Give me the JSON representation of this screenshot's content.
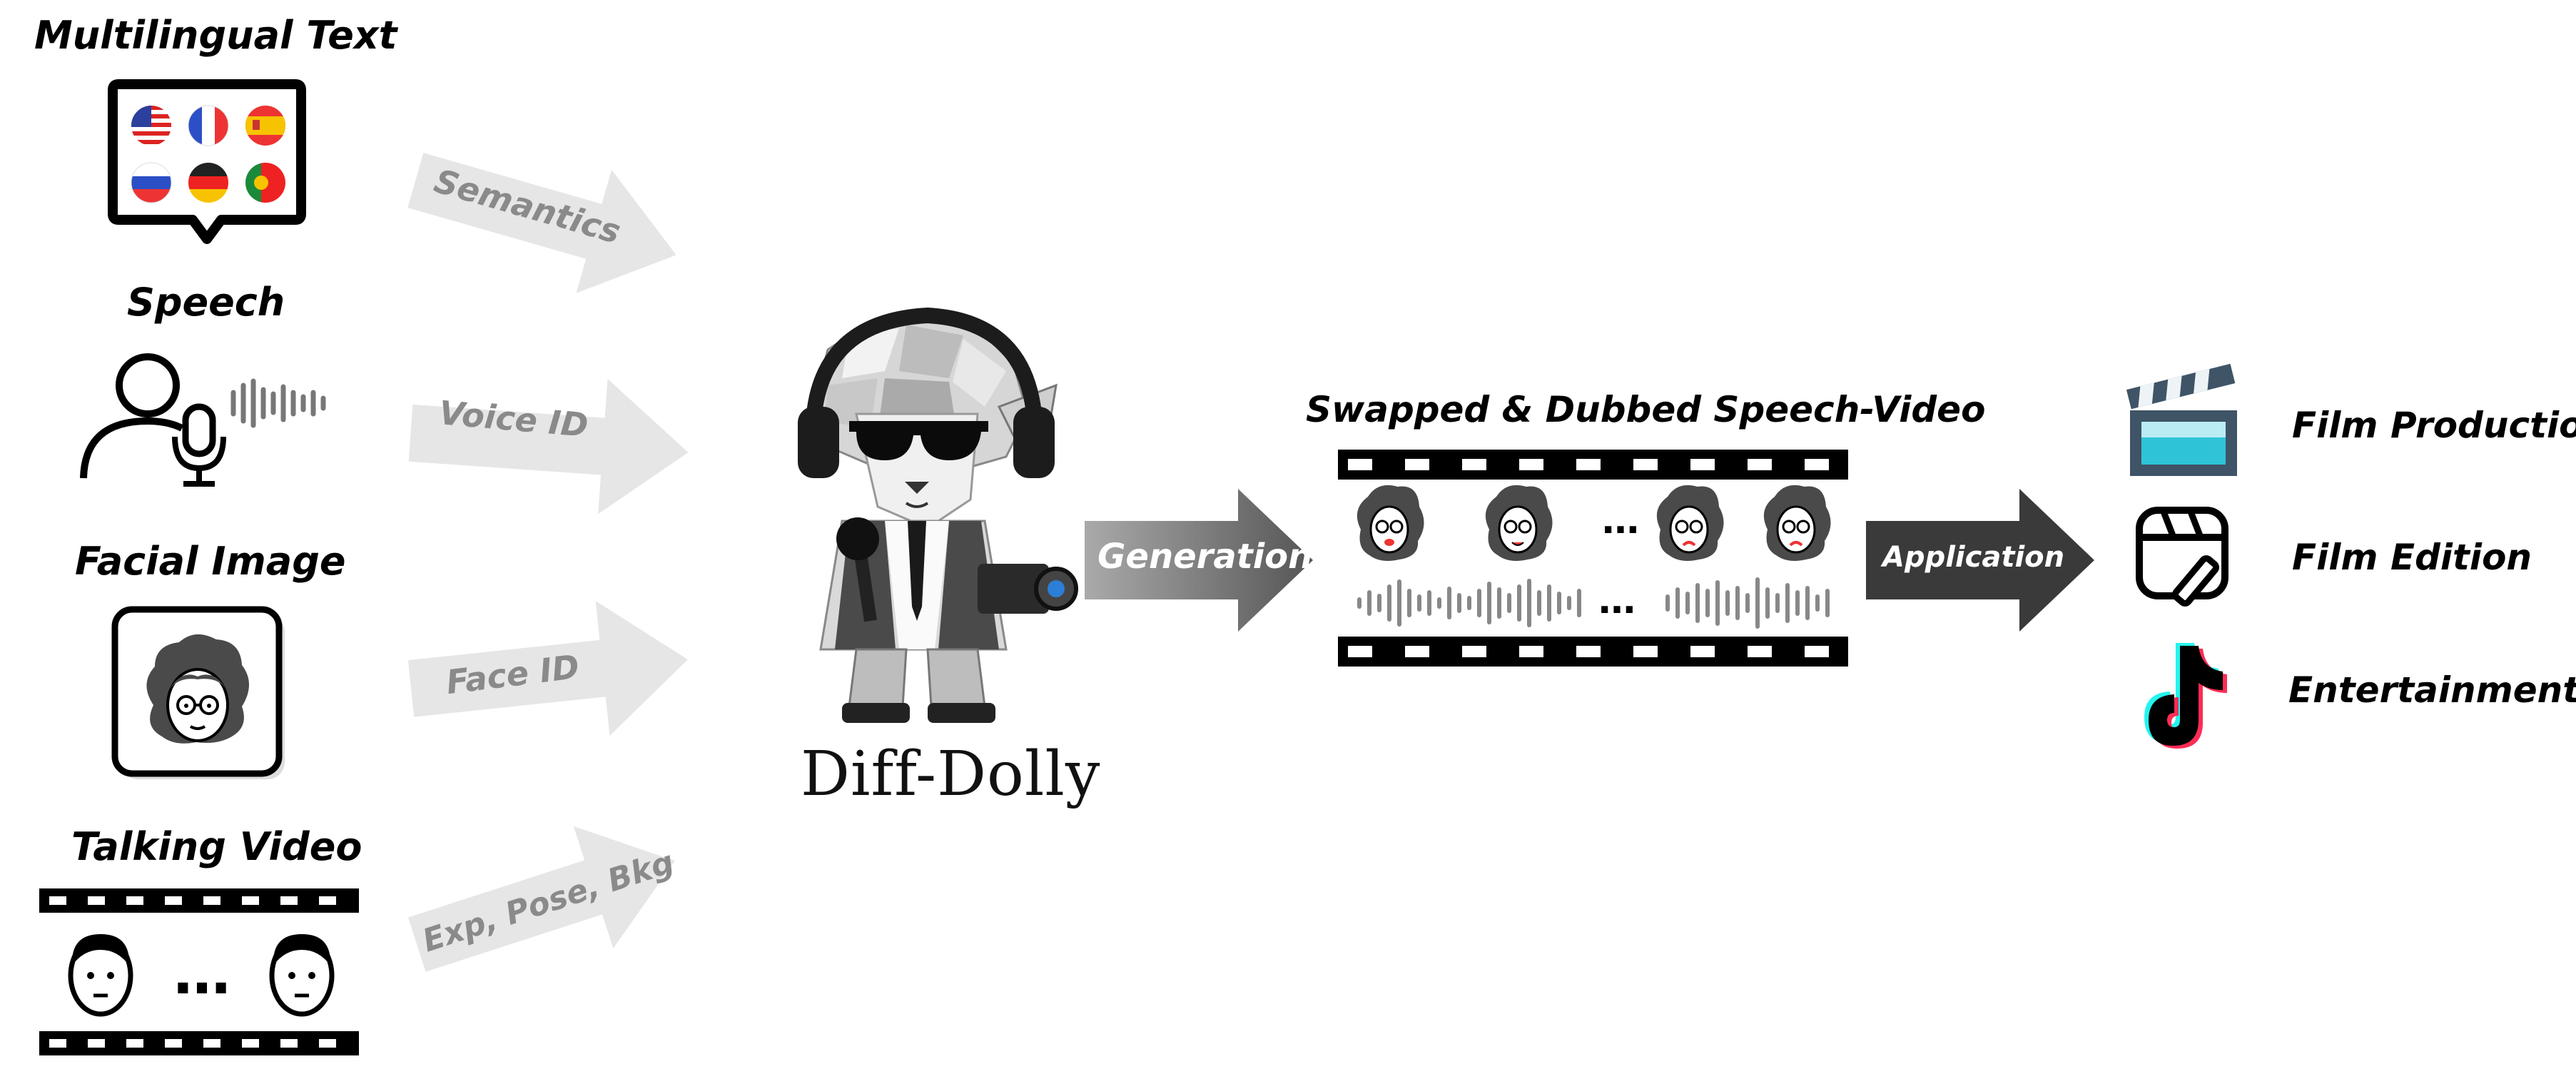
{
  "inputs": {
    "text_title": "Multilingual Text",
    "speech_title": "Speech",
    "face_title": "Facial Image",
    "video_title": "Talking Video",
    "video_ellipsis": "…"
  },
  "arrows": {
    "semantics": "Semantics",
    "voice_id": "Voice ID",
    "face_id": "Face ID",
    "exp_pose_bkg": "Exp, Pose, Bkg",
    "generation": "Generation",
    "application": "Application"
  },
  "model": {
    "name": "Diff-Dolly"
  },
  "output": {
    "title": "Swapped & Dubbed Speech-Video",
    "ellipsis_faces": "…",
    "ellipsis_wave": "…"
  },
  "applications": [
    {
      "label": "Film Production",
      "icon": "clapperboard-icon"
    },
    {
      "label": "Film Edition",
      "icon": "film-edit-icon"
    },
    {
      "label": "Entertainment",
      "icon": "tiktok-icon"
    }
  ],
  "colors": {
    "light_arrow": "#e6e6e6",
    "dark_arrow": "#555555",
    "clapper_teal": "#2fc3d8",
    "clapper_slate": "#3f5466",
    "tiktok_cyan": "#25f4ee",
    "tiktok_red": "#fe2c55"
  }
}
